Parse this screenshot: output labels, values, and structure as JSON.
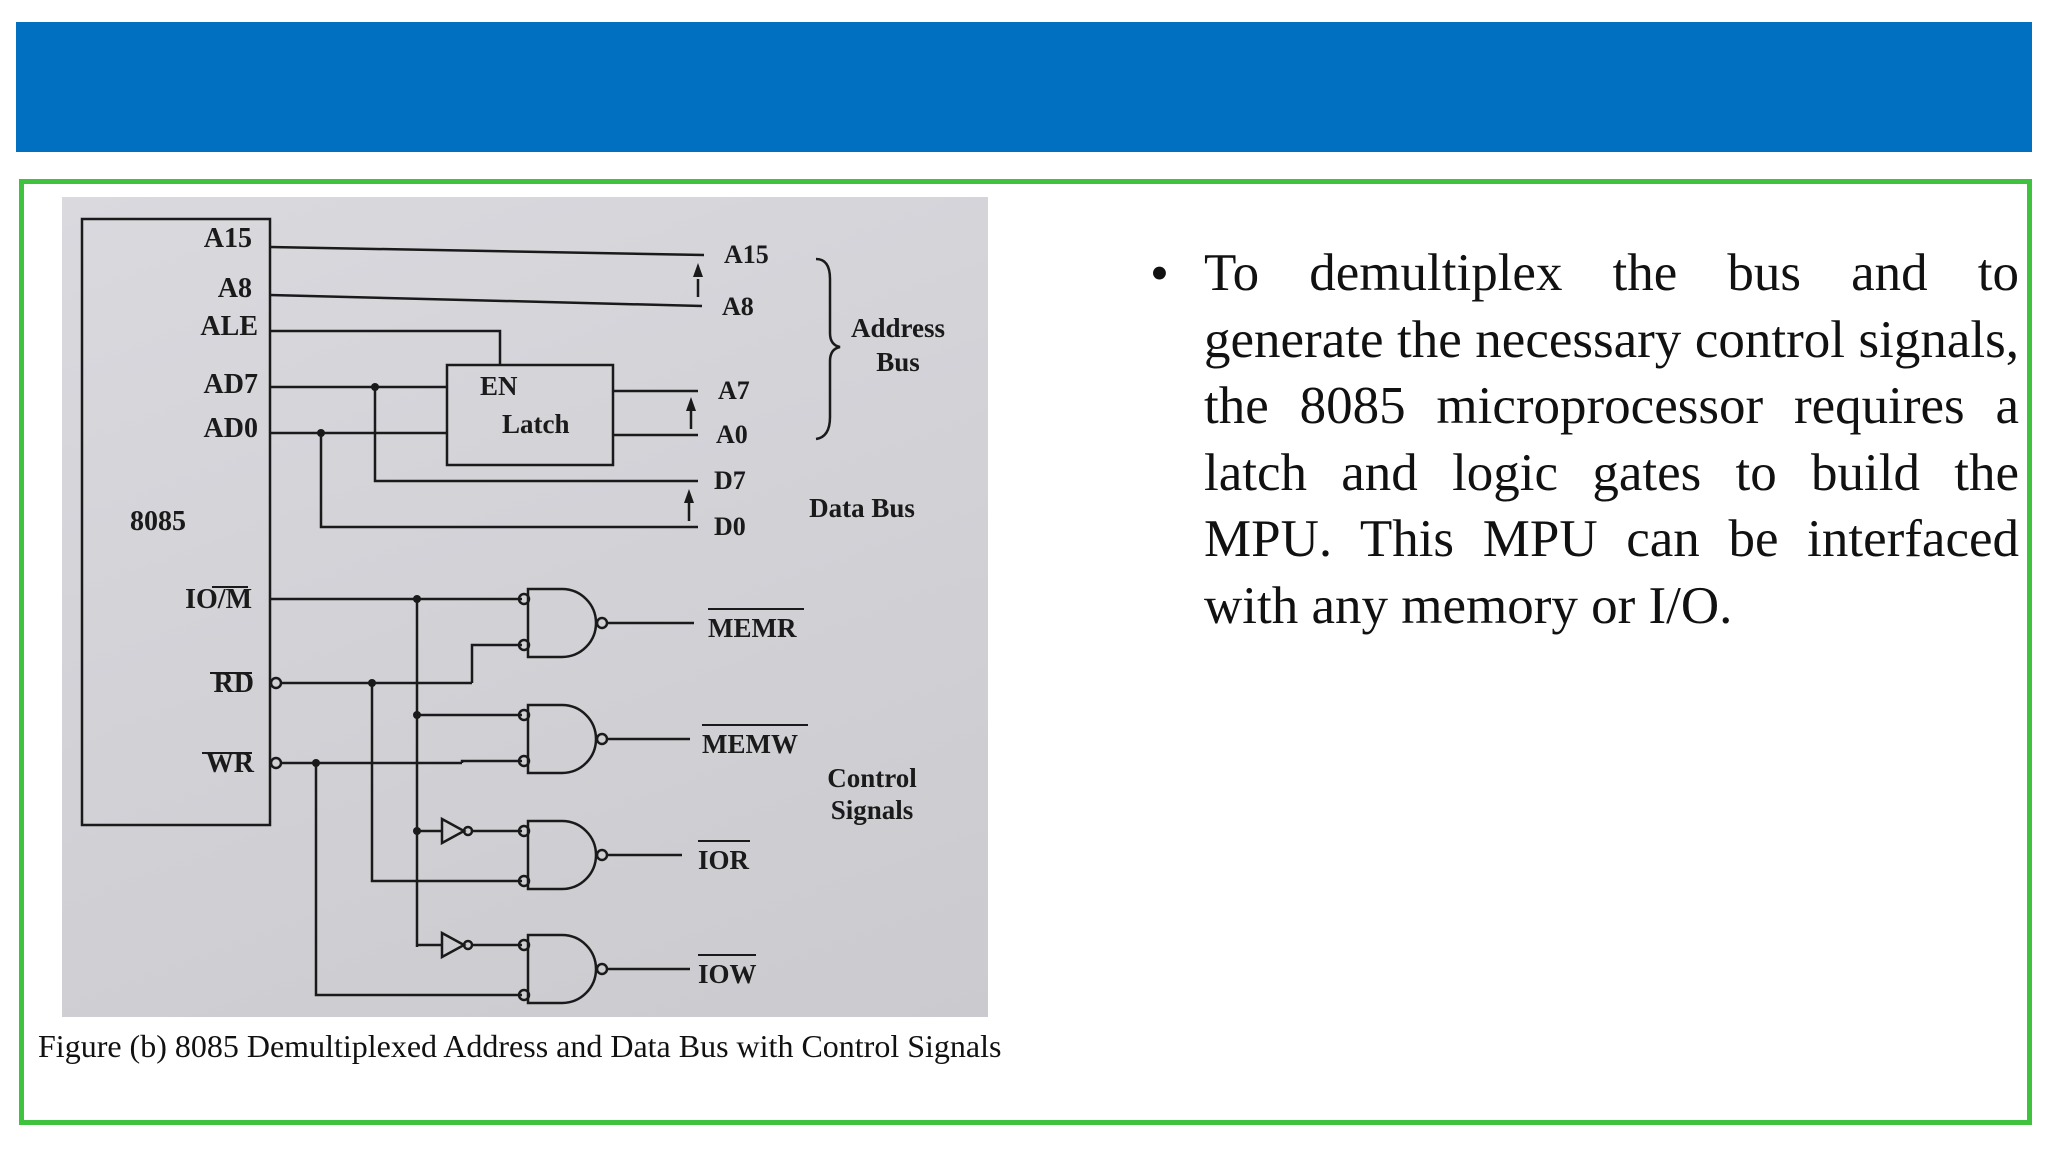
{
  "header": {
    "color": "#0270C1"
  },
  "frame": {
    "border_color": "#3FC33F"
  },
  "figure": {
    "caption": "Figure (b) 8085 Demultiplexed Address and Data Bus with Control Signals",
    "chip_pins": {
      "a15": "A15",
      "a8": "A8",
      "ale": "ALE",
      "ad7": "AD7",
      "ad0": "AD0",
      "chip": "8085",
      "iom": "IO/M",
      "rd": "RD",
      "wr": "WR"
    },
    "latch": {
      "en": "EN",
      "name": "Latch"
    },
    "outputs": {
      "a15": "A15",
      "a8": "A8",
      "a7": "A7",
      "a0": "A0",
      "d7": "D7",
      "d0": "D0"
    },
    "groups": {
      "address_bus_1": "Address",
      "address_bus_2": "Bus",
      "data_bus": "Data Bus",
      "control_1": "Control",
      "control_2": "Signals"
    },
    "gate_outputs": {
      "memr": "MEMR",
      "memw": "MEMW",
      "ior": "IOR",
      "iow": "IOW"
    }
  },
  "bullet": {
    "text": "To demultiplex the bus and to generate the necessary control signals, the 8085 microprocessor requires a latch and logic gates to build the MPU. This MPU can be interfaced with any memory or I/O."
  }
}
